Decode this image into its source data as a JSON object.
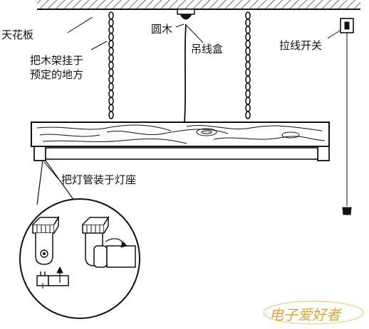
{
  "diagram": {
    "labels": {
      "ceiling": "天花板",
      "hang_frame_line1": "把木架挂于",
      "hang_frame_line2": "预定的地方",
      "round_wood": "圆木",
      "ceiling_rose": "吊线盒",
      "pull_switch": "拉线开关",
      "install_tube": "把灯管装于灯座"
    },
    "watermark": "电子爱好者"
  },
  "colors": {
    "ink": "#111111",
    "watermark": "#d9a640"
  }
}
